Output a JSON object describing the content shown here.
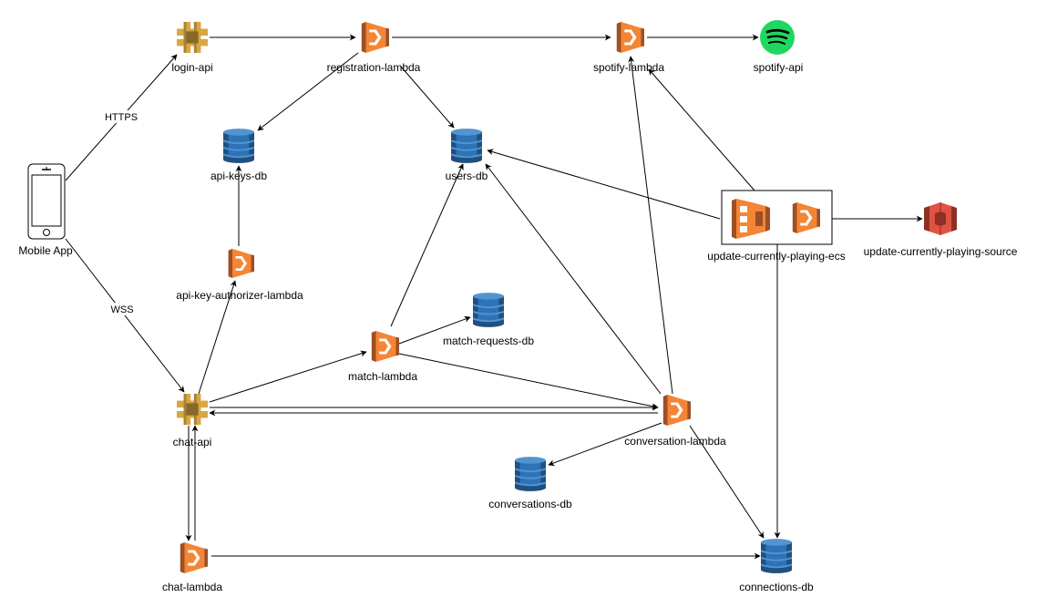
{
  "nodes": {
    "mobile_app": {
      "label": "Mobile App",
      "icon": "mobile-phone-icon"
    },
    "login_api": {
      "label": "login-api",
      "icon": "api-gateway-icon"
    },
    "registration_lambda": {
      "label": "registration-lambda",
      "icon": "lambda-icon"
    },
    "spotify_lambda": {
      "label": "spotify-lambda",
      "icon": "lambda-icon"
    },
    "spotify_api": {
      "label": "spotify-api",
      "icon": "spotify-icon"
    },
    "api_keys_db": {
      "label": "api-keys-db",
      "icon": "dynamodb-icon"
    },
    "users_db": {
      "label": "users-db",
      "icon": "dynamodb-icon"
    },
    "api_key_authorizer_lambda": {
      "label": "api-key-authorizer-lambda",
      "icon": "lambda-icon"
    },
    "update_currently_playing_ecs": {
      "label": "update-currently-playing-ecs",
      "icon": "ecs-icon"
    },
    "update_currently_playing_source": {
      "label": "update-currently-playing-source",
      "icon": "s3-icon"
    },
    "match_requests_db": {
      "label": "match-requests-db",
      "icon": "dynamodb-icon"
    },
    "match_lambda": {
      "label": "match-lambda",
      "icon": "lambda-icon"
    },
    "chat_api": {
      "label": "chat-api",
      "icon": "api-gateway-icon"
    },
    "conversation_lambda": {
      "label": "conversation-lambda",
      "icon": "lambda-icon"
    },
    "conversations_db": {
      "label": "conversations-db",
      "icon": "dynamodb-icon"
    },
    "chat_lambda": {
      "label": "chat-lambda",
      "icon": "lambda-icon"
    },
    "connections_db": {
      "label": "connections-db",
      "icon": "dynamodb-icon"
    }
  },
  "edge_labels": {
    "https": "HTTPS",
    "wss": "WSS"
  },
  "colors": {
    "lambda_orange": "#F58536",
    "lambda_dark": "#9D5025",
    "api_gold": "#D9A741",
    "api_dark": "#876929",
    "dynamo_blue": "#2E73B8",
    "dynamo_dark": "#205081",
    "spotify_green": "#1ED760",
    "s3_red": "#E05243",
    "s3_dark": "#8C3123"
  }
}
